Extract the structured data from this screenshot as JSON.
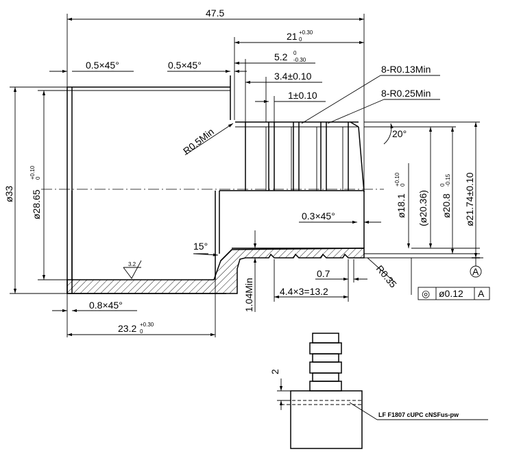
{
  "dimensions": {
    "overall_length": "47.5",
    "barb_length": {
      "nominal": "21",
      "upper": "+0.30",
      "lower": "0"
    },
    "chamfer_top_left": "0.5×45°",
    "chamfer_top_mid": "0.5×45°",
    "first_barb": {
      "nominal": "5.2",
      "upper": "0",
      "lower": "-0.30"
    },
    "barb_offset": "3.4±0.10",
    "groove_width": "1±0.10",
    "groove_radius_small": "8-R0.13Min",
    "groove_radius_large": "8-R0.25Min",
    "corner_radius": "R0.5Min",
    "barb_angle": "20°",
    "outer_diameter": "ø33",
    "bore_diameter": {
      "nominal": "ø28.65",
      "upper": "+0.10",
      "lower": "0"
    },
    "tip_diameter": {
      "nominal": "ø18.1",
      "upper": "+0.10",
      "lower": "0"
    },
    "ref_diameter": "(ø20.36)",
    "barb_diameter": {
      "nominal": "ø20.8",
      "upper": "0",
      "lower": "-0.15"
    },
    "crest_diameter": "ø21.74±0.10",
    "tip_chamfer": "0.3×45°",
    "shoulder_angle": "15°",
    "wall_thickness": "1.04Min",
    "groove_spacing": "4.4×3=13.2",
    "groove_pitch": "0.7",
    "tip_radius": "R0.35",
    "chamfer_bottom": "0.8×45°",
    "socket_depth": {
      "nominal": "23.2",
      "upper": "+0.30",
      "lower": "0"
    },
    "surface_finish": "3.2",
    "mark_depth": "2"
  },
  "datum": "A",
  "tolerance_frame": {
    "symbol": "◎",
    "value": "ø0.12",
    "datum": "A"
  },
  "marking_text": "LF F1807 cUPC cNSFus-pw"
}
